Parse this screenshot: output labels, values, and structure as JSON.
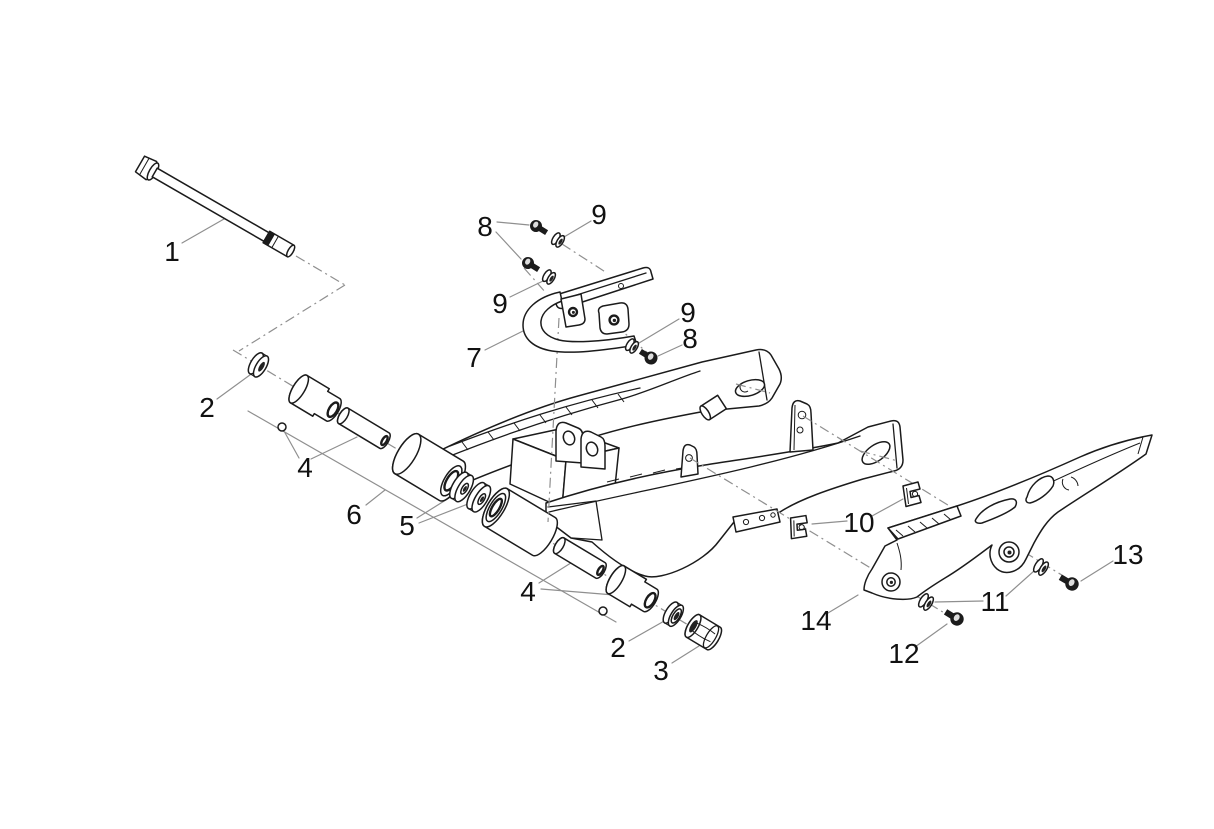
{
  "diagram": {
    "type": "exploded-parts-diagram",
    "subject": "motorcycle swingarm assembly",
    "background_color": "#ffffff",
    "line_color": "#1b1b1b",
    "leader_color": "#8f8f8f",
    "callouts": {
      "labels": [
        "1",
        "2",
        "4",
        "6",
        "5",
        "4",
        "2",
        "3",
        "7",
        "8",
        "9",
        "9",
        "9",
        "8",
        "10",
        "11",
        "12",
        "13",
        "14"
      ]
    }
  }
}
